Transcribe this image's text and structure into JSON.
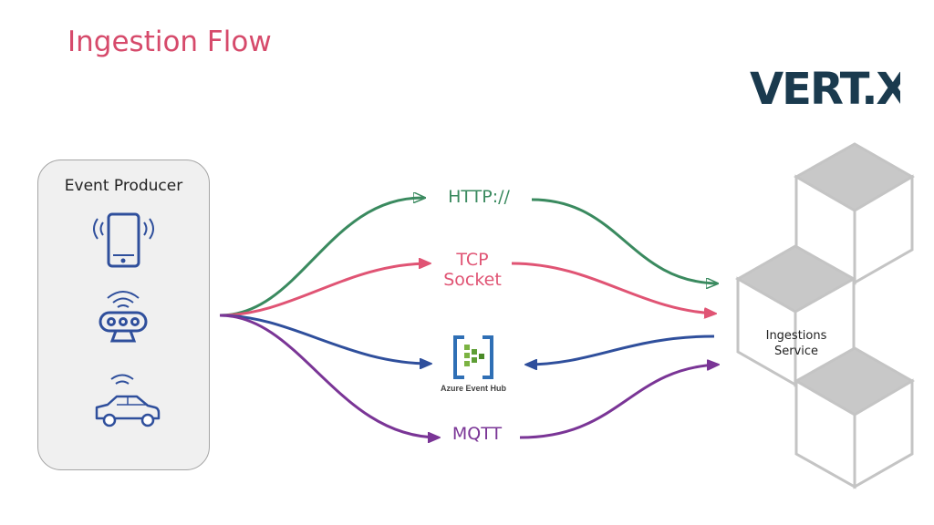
{
  "slide": {
    "title": "Ingestion Flow"
  },
  "logo": {
    "text": "VERT.X"
  },
  "producer": {
    "title": "Event Producer",
    "devices": [
      "smartphone-icon",
      "sensor-icon",
      "car-icon"
    ]
  },
  "protocols": {
    "http": "HTTP://",
    "tcp_line1": "TCP",
    "tcp_line2": "Socket",
    "event_hub": "Azure Event Hub",
    "mqtt": "MQTT"
  },
  "service": {
    "line1": "Ingestions",
    "line2": "Service"
  },
  "colors": {
    "title": "#d64a6b",
    "http": "#3a8a5f",
    "tcp": "#e05474",
    "eventhub": "#2f4f9c",
    "mqtt": "#7a3596",
    "logo_dark": "#1a3a4e",
    "logo_accent": "#7a3596",
    "cube": "#c8c8c8"
  }
}
